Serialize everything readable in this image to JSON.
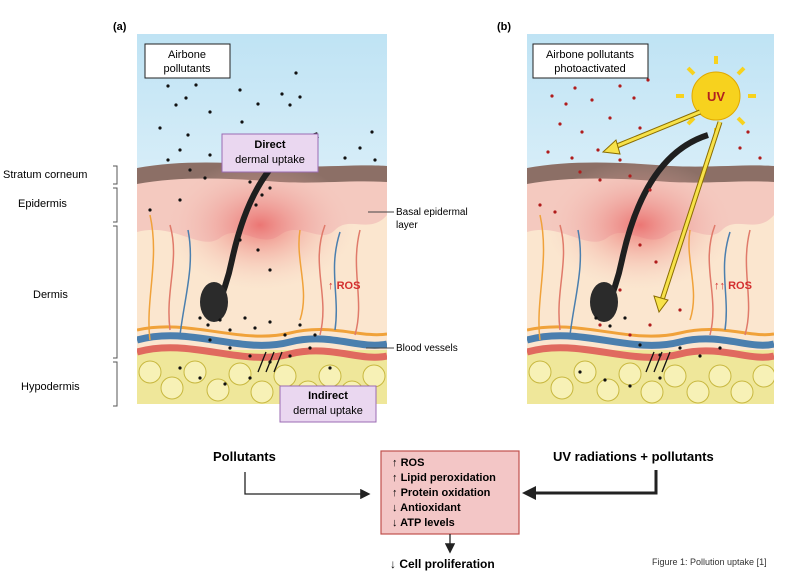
{
  "panel_a": {
    "tag": "(a)",
    "airborne_label_l1": "Airbone",
    "airborne_label_l2": "pollutants",
    "direct_l1": "Direct",
    "direct_l2": "dermal uptake",
    "indirect_l1": "Indirect",
    "indirect_l2": "dermal uptake",
    "ros": "ROS",
    "ros_arrow": "↑"
  },
  "panel_b": {
    "tag": "(b)",
    "airborne_label_l1": "Airbone pollutants",
    "airborne_label_l2": "photoactivated",
    "uv": "UV",
    "ros": "ROS",
    "ros_arrow": "↑↑"
  },
  "layers": {
    "stratum_corneum": "Stratum corneum",
    "epidermis": "Epidermis",
    "dermis": "Dermis",
    "hypodermis": "Hypodermis",
    "basal_l1": "Basal epidermal",
    "basal_l2": "layer",
    "blood_vessels": "Blood vessels"
  },
  "flow": {
    "pollutants": "Pollutants",
    "uv_pollutants": "UV radiations + pollutants",
    "effects": [
      {
        "arrow": "↑",
        "text": "ROS"
      },
      {
        "arrow": "↑",
        "text": "Lipid peroxidation"
      },
      {
        "arrow": "↑",
        "text": "Protein oxidation"
      },
      {
        "arrow": "↓",
        "text": "Antioxidant"
      },
      {
        "arrow": "↓",
        "text": "ATP levels"
      }
    ],
    "result_arrow": "↓",
    "result": "Cell proliferation"
  },
  "caption": "Figure 1: Pollution uptake [1]",
  "colors": {
    "sky_top": "#bfe3f4",
    "skin_pink": "#f4c9bf",
    "dermis": "#fbe6cf",
    "box_fill": "#f3c6c6",
    "box_border": "#c0504d",
    "callout_fill": "#ead7f0",
    "callout_border": "#9b6bb3",
    "ros_red": "#d32f2f",
    "uv_yellow": "#f7d21e"
  }
}
